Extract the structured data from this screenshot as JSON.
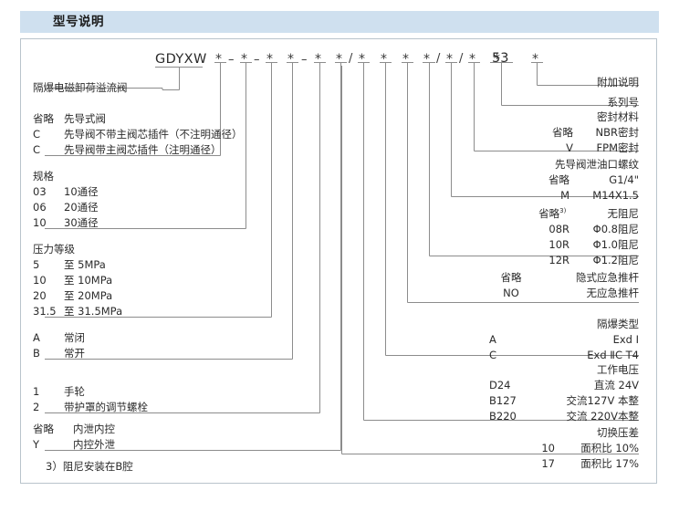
{
  "header": {
    "title": "型号说明"
  },
  "code": {
    "prefix": "GDYXW",
    "series_number": "53",
    "tokens": [
      "*",
      "-",
      "*",
      "-",
      "*",
      "*",
      "-",
      "*",
      "*",
      "/",
      "*",
      "*",
      "*",
      "*",
      "/",
      "*",
      "/",
      "*",
      "*",
      "53",
      "*"
    ]
  },
  "left_groups": [
    {
      "name": "product-name",
      "title": "隔爆电磁卸荷溢流阀",
      "rows": []
    },
    {
      "name": "pilot-type",
      "title": "",
      "rows": [
        {
          "code": "省略",
          "desc": "先导式阀"
        },
        {
          "code": "C",
          "desc": "先导阀不带主阀芯插件（不注明通径）"
        },
        {
          "code": "C",
          "desc": "先导阀带主阀芯插件（注明通径）"
        }
      ]
    },
    {
      "name": "size",
      "title": "规格",
      "rows": [
        {
          "code": "03",
          "desc": "10通径"
        },
        {
          "code": "06",
          "desc": "20通径"
        },
        {
          "code": "10",
          "desc": "30通径"
        }
      ]
    },
    {
      "name": "pressure-rating",
      "title": "压力等级",
      "rows": [
        {
          "code": "5",
          "desc": "至  5MPa"
        },
        {
          "code": "10",
          "desc": "至 10MPa"
        },
        {
          "code": "20",
          "desc": "至 20MPa"
        },
        {
          "code": "31.5",
          "desc": "至 31.5MPa"
        }
      ]
    },
    {
      "name": "normal-state",
      "title": "",
      "rows": [
        {
          "code": "A",
          "desc": "常闭"
        },
        {
          "code": "B",
          "desc": "常开"
        }
      ]
    },
    {
      "name": "adjust-type",
      "title": "",
      "rows": [
        {
          "code": "1",
          "desc": "手轮"
        },
        {
          "code": "2",
          "desc": "带护罩的调节螺栓"
        }
      ]
    },
    {
      "name": "drain-control",
      "title": "",
      "rows": [
        {
          "code": "省略",
          "desc": "内泄内控"
        },
        {
          "code": "Y",
          "desc": "内控外泄"
        }
      ]
    }
  ],
  "right_groups": [
    {
      "name": "additional-note",
      "title": "附加说明",
      "rows": []
    },
    {
      "name": "series-number",
      "title": "系列号",
      "rows": []
    },
    {
      "name": "seal-material",
      "title": "密封材料",
      "rows": [
        {
          "code": "省略",
          "desc": "NBR密封"
        },
        {
          "code": "V",
          "desc": "FPM密封"
        }
      ]
    },
    {
      "name": "pilot-drain-thread",
      "title": "先导阀泄油口螺纹",
      "rows": [
        {
          "code": "省略",
          "desc": "G1/4\""
        },
        {
          "code": "M",
          "desc": "M14X1.5"
        }
      ]
    },
    {
      "name": "damping",
      "title": "",
      "rows": [
        {
          "code": "省略",
          "sup": "3)",
          "desc": "无阻尼"
        },
        {
          "code": "08R",
          "desc": "Φ0.8阻尼"
        },
        {
          "code": "10R",
          "desc": "Φ1.0阻尼"
        },
        {
          "code": "12R",
          "desc": "Φ1.2阻尼"
        }
      ]
    },
    {
      "name": "emergency-push-rod",
      "title": "",
      "rows": [
        {
          "code": "省略",
          "desc": "隐式应急推杆"
        },
        {
          "code": "NO",
          "desc": "无应急推杆"
        }
      ]
    },
    {
      "name": "explosion-proof-type",
      "title": "隔爆类型",
      "rows": [
        {
          "code": "A",
          "desc": "Exd Ⅰ"
        },
        {
          "code": "C",
          "desc": "Exd ⅡC T4"
        }
      ]
    },
    {
      "name": "working-voltage",
      "title": "工作电压",
      "rows": [
        {
          "code": "D24",
          "desc": "直流 24V"
        },
        {
          "code": "B127",
          "desc": "交流127V 本整"
        },
        {
          "code": "B220",
          "desc": "交流 220V本整"
        }
      ]
    },
    {
      "name": "switching-pressure-difference",
      "title": "切换压差",
      "rows": [
        {
          "code": "10",
          "desc": "面积比  10%"
        },
        {
          "code": "17",
          "desc": "面积比  17%"
        }
      ]
    }
  ],
  "footnote": "3）阻尼安装在B腔",
  "colors": {
    "header_bg": "#cfe0ef",
    "frame_border": "#b9c4cc",
    "line": "#8c8c8c",
    "text": "#2b2b2b"
  }
}
